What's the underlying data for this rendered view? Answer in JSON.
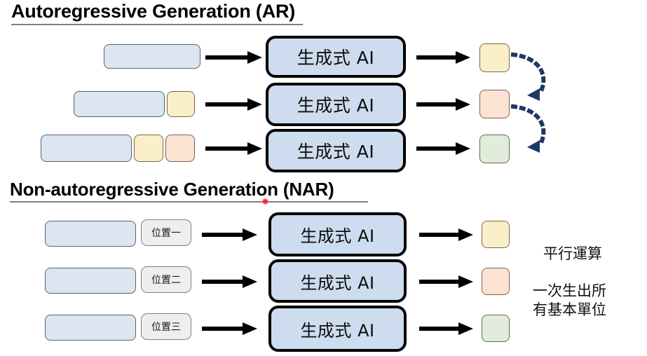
{
  "slide": {
    "sections": [
      {
        "id": "ar",
        "title": "Autoregressive Generation (AR)",
        "rows": [
          {
            "model_label": "生成式 AI",
            "input_segments": [
              "blue"
            ],
            "output_color": "yellow"
          },
          {
            "model_label": "生成式 AI",
            "input_segments": [
              "blue",
              "yellow"
            ],
            "output_color": "peach"
          },
          {
            "model_label": "生成式 AI",
            "input_segments": [
              "blue",
              "yellow",
              "peach"
            ],
            "output_color": "green"
          }
        ],
        "feedback_arrows": 2
      },
      {
        "id": "nar",
        "title": "Non-autoregressive Generation (NAR)",
        "rows": [
          {
            "position_tag": "位置一",
            "model_label": "生成式 AI",
            "output_color": "yellow"
          },
          {
            "position_tag": "位置二",
            "model_label": "生成式 AI",
            "output_color": "peach"
          },
          {
            "position_tag": "位置三",
            "model_label": "生成式 AI",
            "output_color": "green"
          }
        ],
        "notes": {
          "parallel": "平行運算",
          "all_at_once_line1": "一次生出所",
          "all_at_once_line2": "有基本單位"
        }
      }
    ],
    "colors": {
      "input_blue": "#dce6f2",
      "token_yellow": "#fbefc9",
      "token_peach": "#fbe2d3",
      "token_green": "#e1edda",
      "model_fill": "#cddcee",
      "model_border": "#000000",
      "feedback_arrow": "#1f3864",
      "pointer_dot": "#ff2b2b",
      "rule": "#808080"
    }
  }
}
